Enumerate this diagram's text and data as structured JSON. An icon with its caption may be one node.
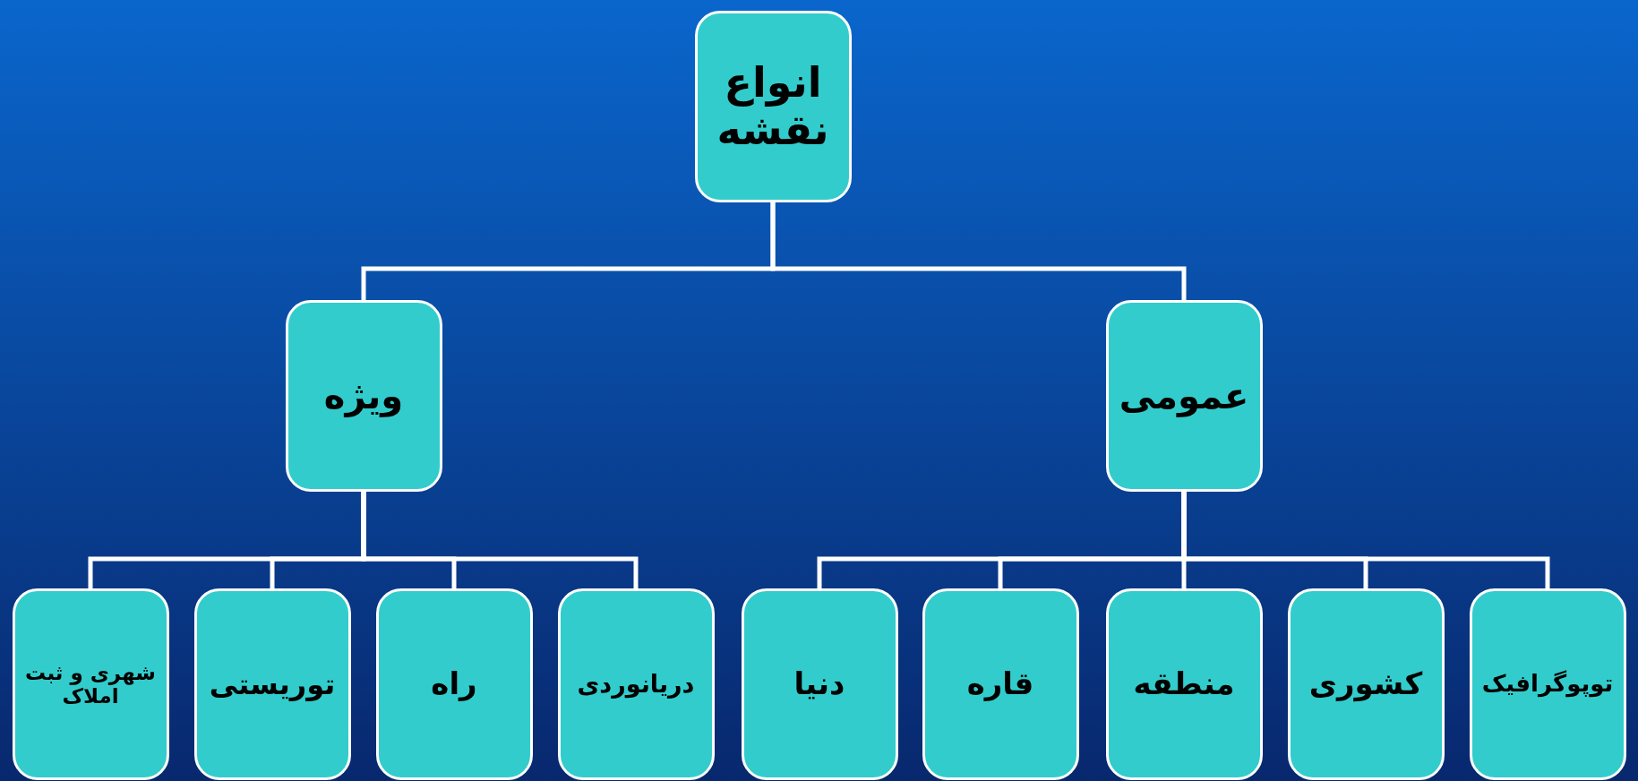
{
  "diagram": {
    "nodes": [
      {
        "text": [
          "انواع نقشه"
        ]
      },
      {
        "text": [
          "عمومی"
        ]
      },
      {
        "text": [
          "ویژه"
        ]
      },
      {
        "text": [
          "توپوگرافیک"
        ]
      },
      {
        "text": [
          "کشوری"
        ]
      },
      {
        "text": [
          "منطقه"
        ]
      },
      {
        "text": [
          "قاره"
        ]
      },
      {
        "text": [
          "دنیا"
        ]
      },
      {
        "text": [
          "دریانوردی"
        ]
      },
      {
        "text": [
          "راه"
        ]
      },
      {
        "text": [
          "توریستی"
        ]
      },
      {
        "text": [
          "شهری و ثبت املاک"
        ]
      }
    ],
    "edges": [
      {
        "from": 0,
        "to": 1,
        "arrow": "none"
      },
      {
        "from": 0,
        "to": 2,
        "arrow": "none"
      },
      {
        "from": 1,
        "to": 3,
        "arrow": "none"
      },
      {
        "from": 1,
        "to": 4,
        "arrow": "none"
      },
      {
        "from": 1,
        "to": 5,
        "arrow": "none"
      },
      {
        "from": 1,
        "to": 6,
        "arrow": "none"
      },
      {
        "from": 1,
        "to": 7,
        "arrow": "none"
      },
      {
        "from": 2,
        "to": 8,
        "arrow": "none"
      },
      {
        "from": 2,
        "to": 9,
        "arrow": "none"
      },
      {
        "from": 2,
        "to": 10,
        "arrow": "none"
      },
      {
        "from": 2,
        "to": 11,
        "arrow": "none"
      }
    ]
  }
}
